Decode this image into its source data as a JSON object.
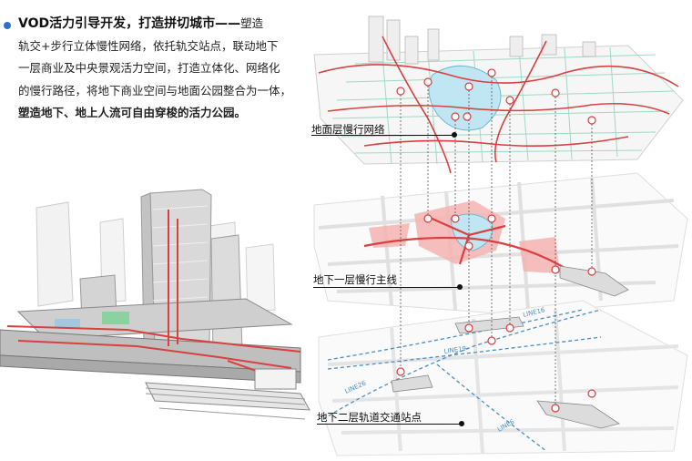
{
  "intro": {
    "headline": "VOD活力引导开发，打造拼切城市——",
    "lines": [
      "塑造",
      "轨交+步行立体慢性网络，依托轨交站点，联动地下",
      "一层商业及中央景观活力空间，打造立体化、网络化",
      "的慢行路径，将地下商业空间与地面公园整合为一体，",
      "塑造地下、地上人流可自由穿梭的活力公园。"
    ]
  },
  "layers": {
    "ground": "地面层慢行网络",
    "b1": "地下一层慢行主线",
    "b2": "地下二层轨道交通站点"
  },
  "metro_lines": [
    "LINE16",
    "LINE19",
    "LINE26",
    "LINE6"
  ],
  "colors": {
    "accent_red": "#d94040",
    "metro_blue": "#4a8fc4",
    "green": "#7fc9a5",
    "bullet_blue": "#2f6fd1"
  }
}
